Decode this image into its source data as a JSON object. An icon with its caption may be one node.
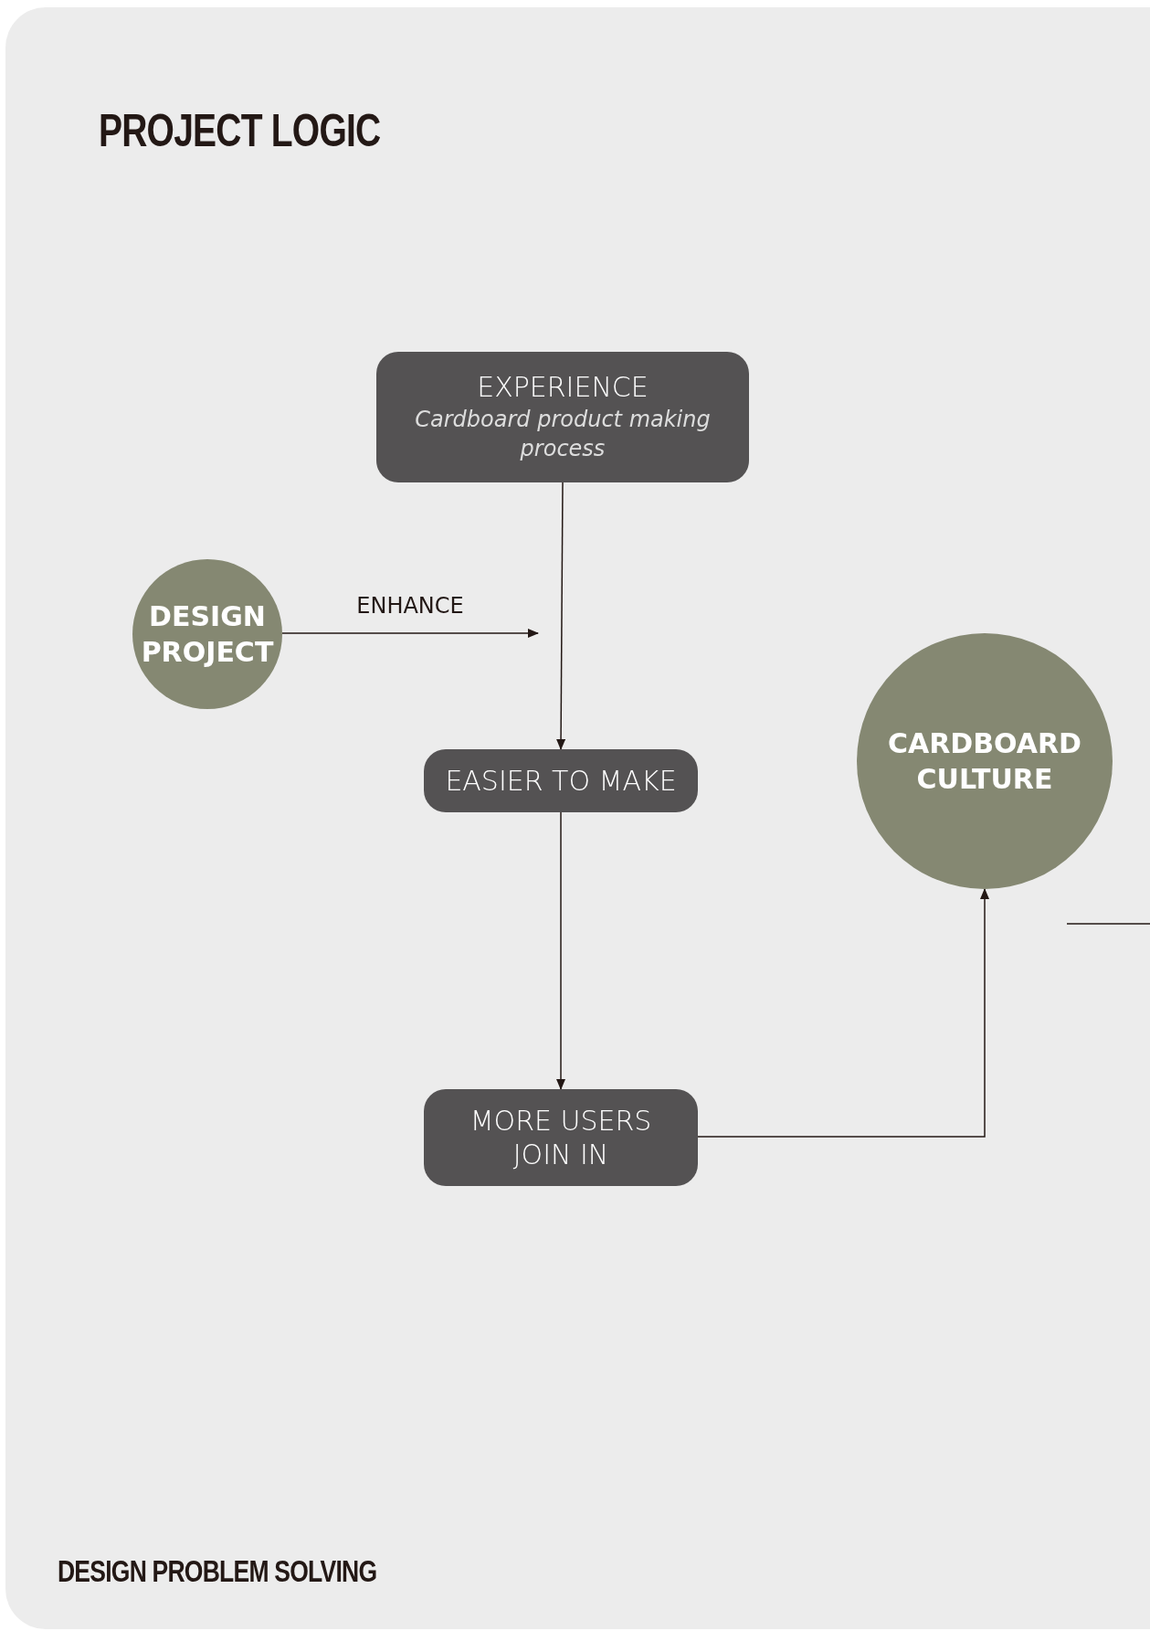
{
  "diagram": {
    "title": "PROJECT LOGIC",
    "nodes": [
      {
        "text": [
          "EXPERIENCE",
          "Cardboard product making process"
        ]
      },
      {
        "text": [
          "DESIGN PROJECT"
        ]
      },
      {
        "text": [
          "EASIER TO MAKE"
        ]
      },
      {
        "text": [
          "CARDBOARD CULTURE"
        ]
      },
      {
        "text": [
          "MORE USERS JOIN IN"
        ]
      }
    ],
    "edges": [
      {
        "from": 0,
        "to": 2,
        "arrow": "to"
      },
      {
        "from": 1,
        "to": null,
        "arrow": "to",
        "label": "ENHANCE"
      },
      {
        "from": 2,
        "to": 4,
        "arrow": "to"
      },
      {
        "from": 4,
        "to": 3,
        "arrow": "to"
      }
    ],
    "labels": [
      "DESIGN PROBLEM SOLVING"
    ]
  }
}
